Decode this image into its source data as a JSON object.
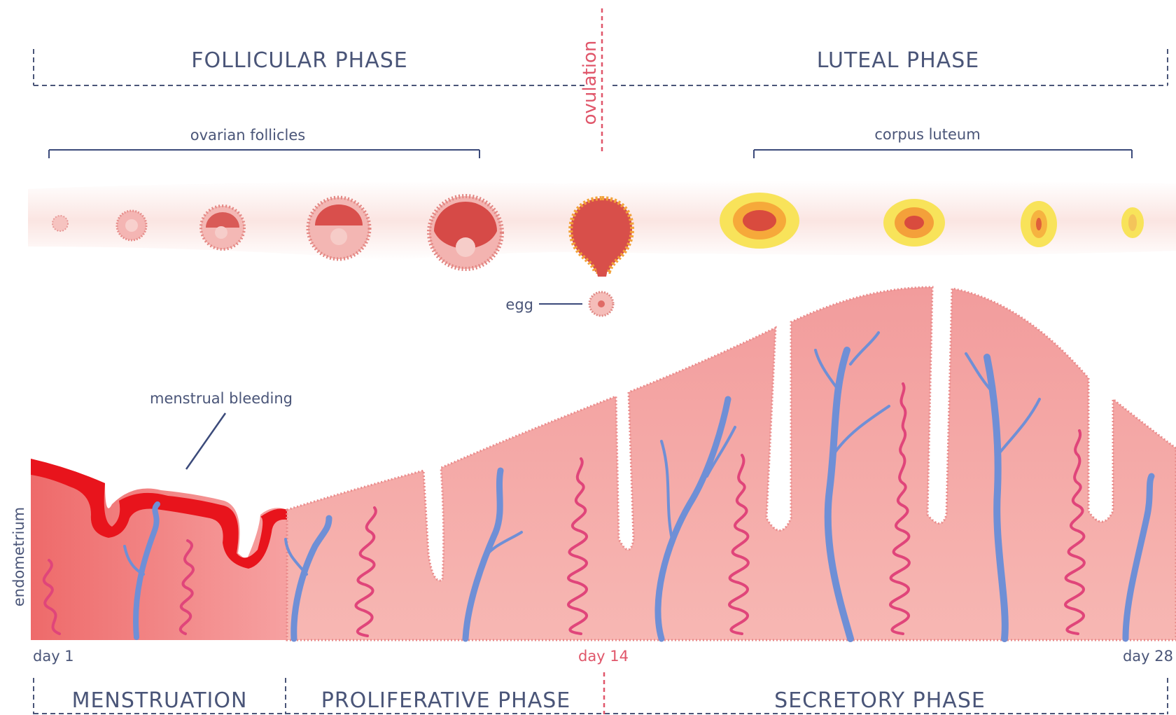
{
  "top_phases": {
    "follicular": "FOLLICULAR PHASE",
    "ovulation": "ovulation",
    "luteal": "LUTEAL PHASE"
  },
  "ovary_labels": {
    "follicles": "ovarian follicles",
    "corpus_luteum": "corpus luteum",
    "egg": "egg"
  },
  "endometrium": {
    "label": "endometrium",
    "bleeding": "menstrual bleeding"
  },
  "days": {
    "start": "day 1",
    "mid": "day 14",
    "end": "day 28"
  },
  "bottom_phases": {
    "menstruation": "MENSTRUATION",
    "proliferative": "PROLIFERATIVE PHASE",
    "secretory": "SECRETORY PHASE"
  },
  "colors": {
    "label_text": "#4a5578",
    "ovulation": "#e0566a",
    "tissue": "#f3a8a8",
    "blood": "#e8141c",
    "vein": "#6f8fd6",
    "gland": "#e0457a",
    "corpus_yellow": "#f5de3a"
  }
}
